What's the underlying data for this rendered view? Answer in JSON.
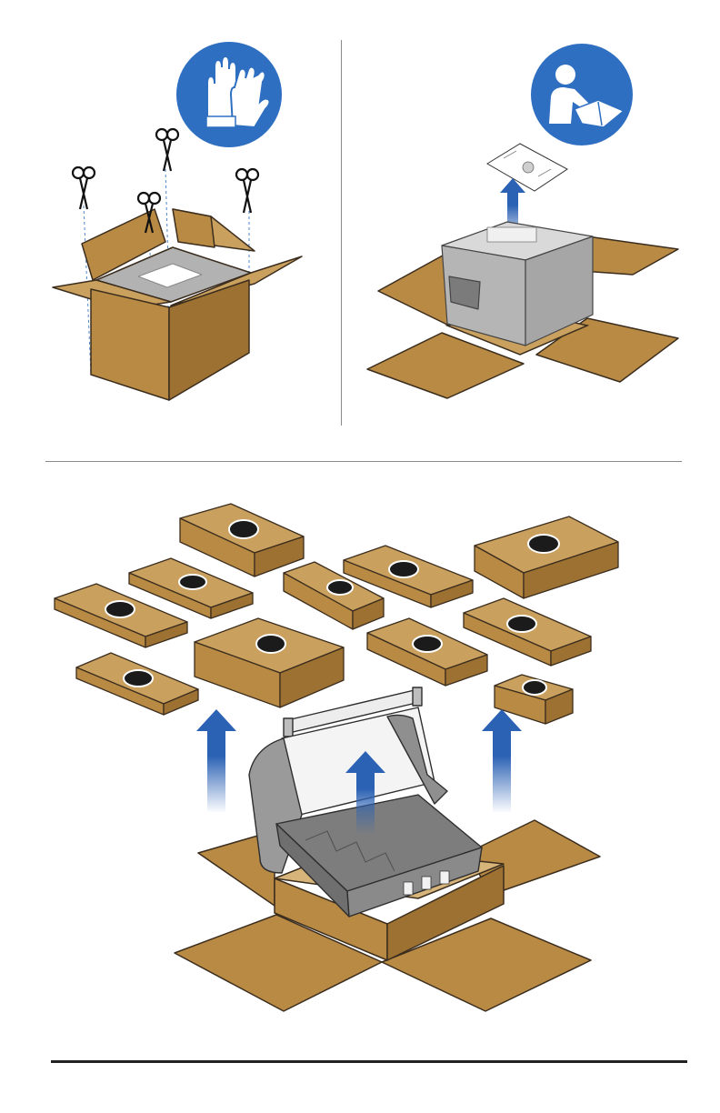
{
  "page": {
    "background": "#ffffff"
  },
  "colors": {
    "cardboard": "#b98a44",
    "cardboard_dark": "#9c7132",
    "cardboard_light": "#caa05e",
    "outline": "#3b2d1e",
    "grill_gray": "#9a9a9a",
    "grill_dark": "#6f6f6f",
    "safety_blue": "#2f6fc1",
    "arrow_blue": "#2c62b4",
    "divider": "#8a8a8a",
    "footer_rule": "#222222"
  },
  "icons": {
    "gloves": "wear-gloves-icon",
    "manual": "read-manual-icon",
    "scissors": "scissors-icon",
    "up_arrow": "up-arrow-icon"
  },
  "panels": {
    "step_cut_box": "cut-open-box-illustration",
    "step_remove_manual": "remove-manual-illustration",
    "step_unpack_parts": "unpack-parts-illustration"
  }
}
